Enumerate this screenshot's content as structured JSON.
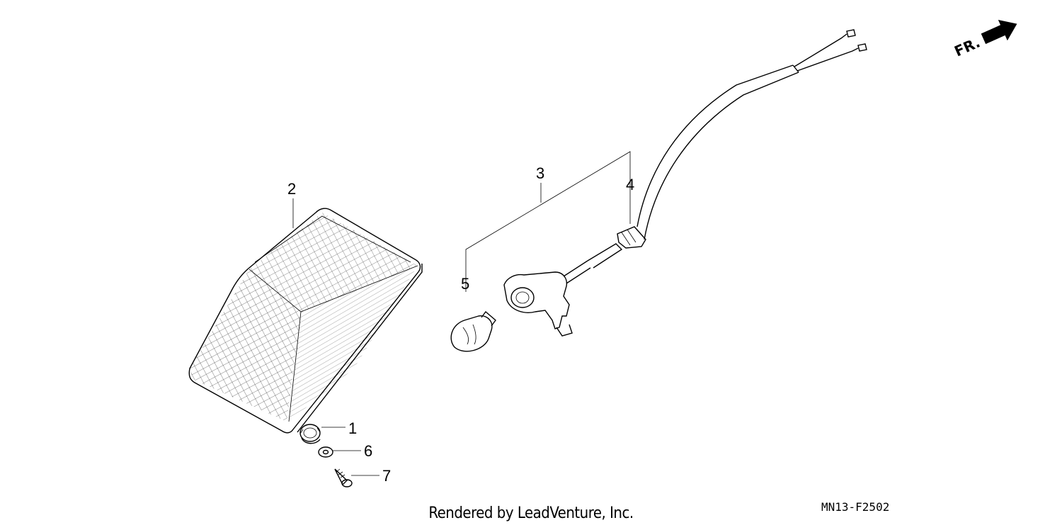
{
  "callouts": [
    {
      "id": "1",
      "label": "1"
    },
    {
      "id": "2",
      "label": "2"
    },
    {
      "id": "3",
      "label": "3"
    },
    {
      "id": "4",
      "label": "4"
    },
    {
      "id": "5",
      "label": "5"
    },
    {
      "id": "6",
      "label": "6"
    },
    {
      "id": "7",
      "label": "7"
    }
  ],
  "direction_indicator": {
    "label": "FR.",
    "icon": "arrow-up-right-icon"
  },
  "figure_code": "MN13-F2502",
  "footer_credit": "Rendered by LeadVenture, Inc."
}
